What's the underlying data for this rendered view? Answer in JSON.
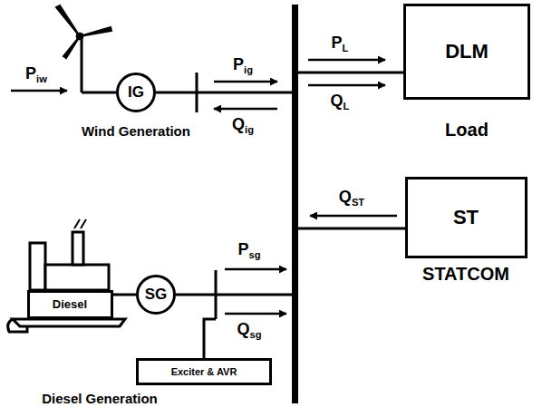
{
  "diagram": {
    "nodes": [
      {
        "text": [
          "IG"
        ]
      },
      {
        "text": [
          "DLM",
          "Load"
        ]
      },
      {
        "text": [
          "ST",
          "STATCOM"
        ]
      },
      {
        "text": [
          "Diesel"
        ]
      },
      {
        "text": [
          "SG"
        ]
      },
      {
        "text": [
          "Exciter & AVR"
        ]
      }
    ],
    "edges": [
      {
        "from": 3,
        "to": 4,
        "arrow": "none"
      },
      {
        "from": 5,
        "to": 4,
        "arrow": "none"
      }
    ],
    "labels": [
      "Piw",
      "Pig",
      "Qig",
      "Wind Generation",
      "PL",
      "QL",
      "QST",
      "Psg",
      "Qsg",
      "Diesel Generation"
    ]
  }
}
